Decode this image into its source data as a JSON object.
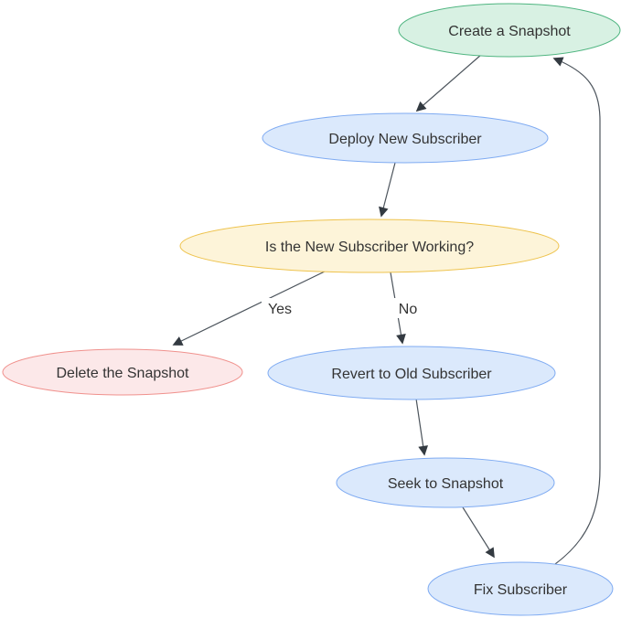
{
  "diagram": {
    "type": "flowchart",
    "nodes": {
      "create": {
        "label": "Create a Snapshot",
        "fill": "#d8f1e3",
        "stroke": "#4fb580"
      },
      "deploy": {
        "label": "Deploy New Subscriber",
        "fill": "#dbe9fc",
        "stroke": "#7fabf2"
      },
      "working": {
        "label": "Is the New Subscriber Working?",
        "fill": "#fdf4d9",
        "stroke": "#eec34d"
      },
      "delete": {
        "label": "Delete the Snapshot",
        "fill": "#fce8e9",
        "stroke": "#f0918d"
      },
      "revert": {
        "label": "Revert to Old Subscriber",
        "fill": "#dbe9fc",
        "stroke": "#7fabf2"
      },
      "seek": {
        "label": "Seek to Snapshot",
        "fill": "#dbe9fc",
        "stroke": "#7fabf2"
      },
      "fix": {
        "label": "Fix Subscriber",
        "fill": "#dbe9fc",
        "stroke": "#7fabf2"
      }
    },
    "edges": [
      {
        "id": "create-to-deploy",
        "from": "create",
        "to": "deploy",
        "label": ""
      },
      {
        "id": "deploy-to-working",
        "from": "deploy",
        "to": "working",
        "label": ""
      },
      {
        "id": "working-to-delete",
        "from": "working",
        "to": "delete",
        "label": "Yes"
      },
      {
        "id": "working-to-revert",
        "from": "working",
        "to": "revert",
        "label": "No"
      },
      {
        "id": "revert-to-seek",
        "from": "revert",
        "to": "seek",
        "label": ""
      },
      {
        "id": "seek-to-fix",
        "from": "seek",
        "to": "fix",
        "label": ""
      },
      {
        "id": "fix-to-create",
        "from": "fix",
        "to": "create",
        "label": ""
      }
    ],
    "style": {
      "background": "#ffffff",
      "edge_color": "#4c545c",
      "arrow_color": "#333a41",
      "text_color": "#333333"
    }
  }
}
